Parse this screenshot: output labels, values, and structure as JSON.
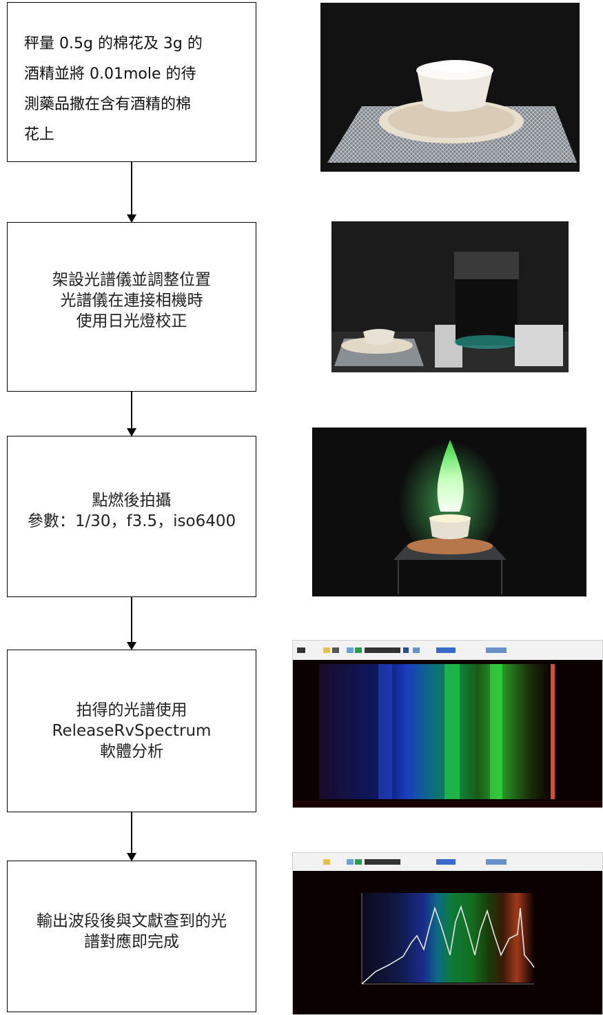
{
  "steps": [
    {
      "line1": "秤量 0.5g 的棉花及 3g 的",
      "line2": "酒精並將 0.01mole 的待",
      "line3": "測藥品撒在含有酒精的棉",
      "line4": "花上"
    },
    {
      "line1": "架設光譜儀並調整位置",
      "line2": "光譜儀在連接相機時",
      "line3": "使用日光燈校正"
    },
    {
      "line1": "點燃後拍攝",
      "line2": "參數：1/30，f3.5，iso6400"
    },
    {
      "line1": "拍得的光譜使用",
      "line2": "ReleaseRvSpectrum",
      "line3": "軟體分析"
    },
    {
      "line1": "輸出波段後與文獻查到的光",
      "line2": "譜對應即完成"
    }
  ],
  "photos": [
    {
      "icon": "crucible-on-gauze-photo"
    },
    {
      "icon": "spectrometer-camera-setup-photo"
    },
    {
      "icon": "green-flame-photo"
    },
    {
      "icon": "spectrum-software-screenshot"
    },
    {
      "icon": "spectrum-graph-screenshot"
    }
  ],
  "colors": {
    "flame": "#5dff7a",
    "bg_dark": "#161616"
  }
}
